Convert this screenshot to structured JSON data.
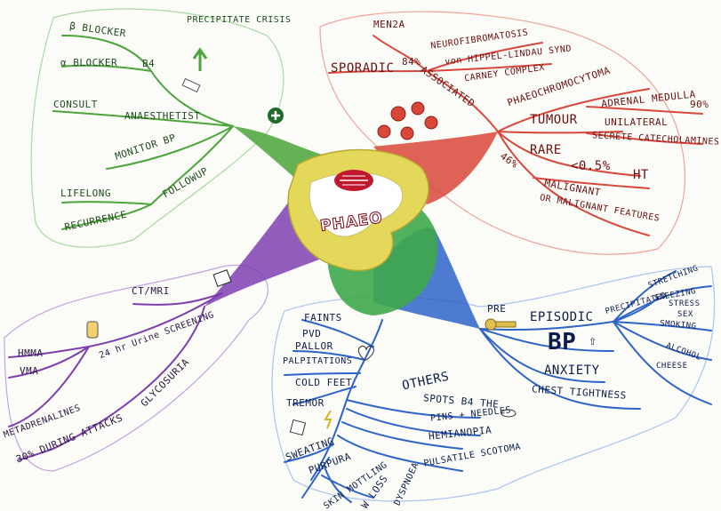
{
  "center": {
    "label": "PHAEO"
  },
  "colors": {
    "green": "#4aa53a",
    "red": "#d8473a",
    "purple": "#7e3fb0",
    "blue": "#2e64c8",
    "yellow": "#e3d85a"
  },
  "green_branch": {
    "precipitate": "PRECIPITATE CRISIS",
    "beta": "β BLOCKER",
    "alpha": "α BLOCKER",
    "b4": "B4",
    "consult": "CONSULT",
    "anaesthetist": "ANAESTHETIST",
    "monitor": "MONITOR BP",
    "followup": "FOLLOWUP",
    "lifelong": "LIFELONG",
    "recurrence": "RECURRENCE"
  },
  "red_branch": {
    "men2a": "MEN2A",
    "neuro": "NEUROFIBROMATOSIS",
    "vhl": "von HIPPEL-LINDAU SYND",
    "carney": "CARNEY COMPLEX",
    "sporadic": "SPORADIC",
    "pct84": "84%",
    "associated": "ASSOCIATED",
    "title": "PHAEOCHROMOCYTOMA",
    "tumour": "TUMOUR",
    "adrenal": "ADRENAL MEDULLA",
    "unilateral": "UNILATERAL",
    "pct90": "90%",
    "secrete": "SECRETE CATECHOLAMINES",
    "rare": "RARE",
    "lt": "<0.5%",
    "ht": "HT",
    "pct46": "46%",
    "malignant": "MALIGNANT",
    "malfeat": "OR MALIGNANT FEATURES"
  },
  "purple_branch": {
    "ctmri": "CT/MRI",
    "urine": "24 hr Urine SCREENING",
    "hmma": "HMMA",
    "vma": "VMA",
    "metad": "METADRENALINES",
    "glyco": "GLYCOSURIA",
    "during": "30% DURING ATTACKS"
  },
  "blue_branch": {
    "pre": "PRE",
    "episodic": "EPISODIC",
    "precip": "PRECIPITATED",
    "stretching": "STRETCHING",
    "sneezing": "SNEEZING",
    "stress": "STRESS",
    "sex": "SEX",
    "smoking": "SMOKING",
    "alcohol": "ALCOHOL",
    "cheese": "CHEESE",
    "bp": "BP",
    "anxiety": "ANXIETY",
    "chest": "CHEST TIGHTNESS",
    "others": "OTHERS",
    "faints": "FAINTS",
    "pvd": "PVD",
    "pallor": "PALLOR",
    "palp": "PALPITATIONS",
    "cold": "COLD FEET",
    "tremor": "TREMOR",
    "spots": "SPOTS B4 THE",
    "pins": "PINS + NEEDLES",
    "hemi": "HEMIANOPIA",
    "pulsatile": "PULSATILE SCOTOMA",
    "sweating": "SWEATING",
    "purpura": "PURPURA",
    "skin": "SKIN MOTTLING",
    "wloss": "W LOSS",
    "dysp": "DYSPNOEA"
  }
}
